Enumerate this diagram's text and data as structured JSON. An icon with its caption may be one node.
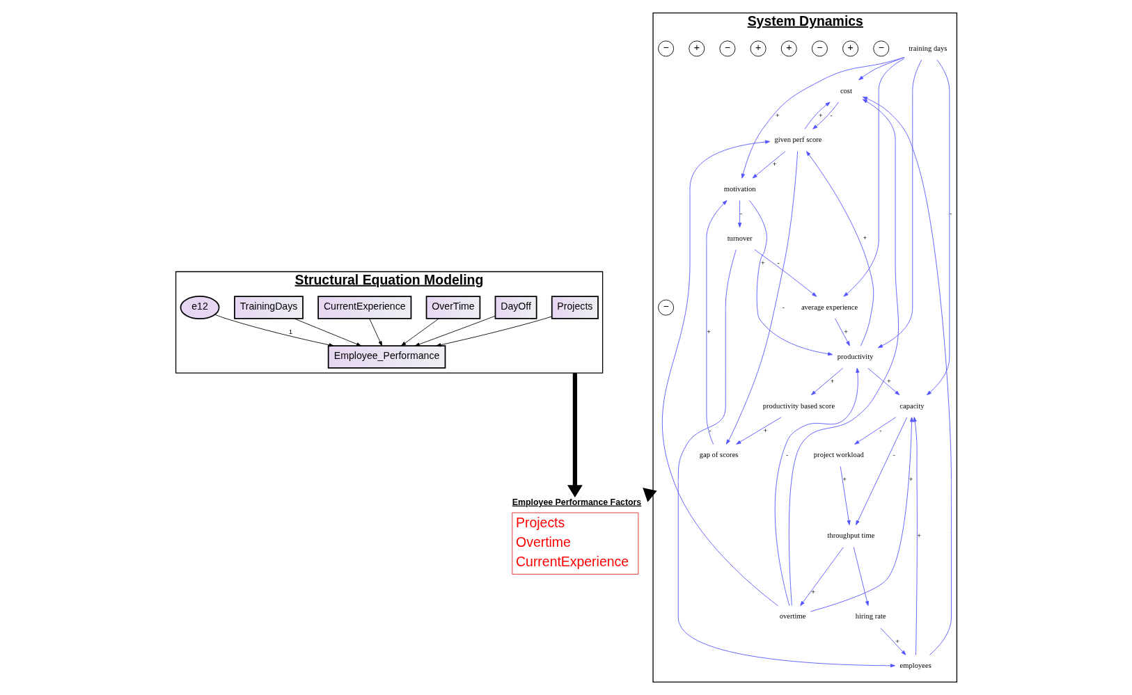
{
  "diagram": {
    "nodes": [
      {
        "text": [
          "Structural Equation Modeling"
        ]
      },
      {
        "text": [
          "Projects"
        ],
        "in": 0
      },
      {
        "text": [
          "DayOff"
        ],
        "in": 0
      },
      {
        "text": [
          "OverTime"
        ],
        "in": 0
      },
      {
        "text": [
          "CurrentExperience"
        ],
        "in": 0
      },
      {
        "text": [
          "TrainingDays"
        ],
        "in": 0
      },
      {
        "text": [
          "Employee_Performance"
        ],
        "in": 0
      },
      {
        "text": [
          "e12"
        ],
        "in": 0
      },
      {
        "text": [
          "System Dynamics"
        ]
      },
      {
        "text": [
          "cost"
        ],
        "in": 8
      },
      {
        "text": [
          "given perf score"
        ],
        "in": 8
      },
      {
        "text": [
          "motivation"
        ],
        "in": 8
      },
      {
        "text": [
          "gap of scores"
        ],
        "in": 8
      },
      {
        "text": [
          "turnover"
        ],
        "in": 8
      },
      {
        "text": [
          "productivity"
        ],
        "in": 8
      },
      {
        "text": [
          "productivity based score"
        ],
        "in": 8
      },
      {
        "text": [
          "average experience"
        ],
        "in": 8
      },
      {
        "text": [
          "training days"
        ],
        "in": 8
      },
      {
        "text": [
          "overtime"
        ],
        "in": 8
      },
      {
        "text": [
          "capacity"
        ],
        "in": 8
      },
      {
        "text": [
          "employees"
        ],
        "in": 8
      },
      {
        "text": [
          "hiring rate"
        ],
        "in": 8
      },
      {
        "text": [
          "throughput time"
        ],
        "in": 8
      },
      {
        "text": [
          "project workload"
        ],
        "in": 8
      },
      {
        "text": [
          "Employee Performance Factors",
          "Projects",
          "Overtime",
          "CurrentExperience"
        ]
      }
    ],
    "edges": [
      {
        "from": 1,
        "to": 6,
        "arrow": "to",
        "color": "#000000"
      },
      {
        "from": 2,
        "to": 6,
        "arrow": "to",
        "color": "#000000"
      },
      {
        "from": 3,
        "to": 6,
        "arrow": "to",
        "color": "#000000"
      },
      {
        "from": 4,
        "to": 6,
        "arrow": "to",
        "color": "#000000"
      },
      {
        "from": 5,
        "to": 6,
        "arrow": "to",
        "color": "#000000"
      },
      {
        "from": 7,
        "to": 6,
        "arrow": "to",
        "label": "1",
        "color": "#000000"
      },
      {
        "from": 10,
        "to": 9,
        "arrow": "to",
        "label": "+"
      },
      {
        "from": 9,
        "to": 10,
        "arrow": "to",
        "label": "-"
      },
      {
        "from": 17,
        "to": 9,
        "arrow": "to"
      },
      {
        "from": 18,
        "to": 9,
        "arrow": "to"
      },
      {
        "from": 20,
        "to": 9,
        "arrow": "to"
      },
      {
        "from": 18,
        "to": 10,
        "arrow": "to"
      },
      {
        "from": 14,
        "to": 10,
        "arrow": "to",
        "label": "+"
      },
      {
        "from": 10,
        "to": 11,
        "arrow": "to",
        "label": "+"
      },
      {
        "from": 12,
        "to": 11,
        "arrow": "to",
        "label": "+"
      },
      {
        "from": 17,
        "to": 11,
        "arrow": "to",
        "label": "+"
      },
      {
        "from": 10,
        "to": 12,
        "arrow": "to",
        "label": "-"
      },
      {
        "from": 15,
        "to": 12,
        "arrow": "to",
        "label": "+"
      },
      {
        "from": 11,
        "to": 13,
        "arrow": "to",
        "label": "-"
      },
      {
        "from": 11,
        "to": 14,
        "arrow": "to",
        "label": "+"
      },
      {
        "from": 14,
        "to": 15,
        "arrow": "to",
        "label": "+"
      },
      {
        "from": 16,
        "to": 14,
        "arrow": "to",
        "label": "+"
      },
      {
        "from": 18,
        "to": 14,
        "arrow": "to",
        "label": "-"
      },
      {
        "from": 17,
        "to": 14,
        "arrow": "to"
      },
      {
        "from": 13,
        "to": 16,
        "arrow": "to",
        "label": "-"
      },
      {
        "from": 17,
        "to": 16,
        "arrow": "to"
      },
      {
        "from": 13,
        "to": 20,
        "arrow": "to",
        "label": "-"
      },
      {
        "from": 14,
        "to": 19,
        "arrow": "to",
        "label": "+"
      },
      {
        "from": 18,
        "to": 19,
        "arrow": "to",
        "label": "+"
      },
      {
        "from": 20,
        "to": 19,
        "arrow": "to",
        "label": "+"
      },
      {
        "from": 17,
        "to": 19,
        "arrow": "to",
        "label": "-"
      },
      {
        "from": 19,
        "to": 23,
        "arrow": "to",
        "label": "-"
      },
      {
        "from": 19,
        "to": 22,
        "arrow": "to",
        "label": "-"
      },
      {
        "from": 23,
        "to": 22,
        "arrow": "to",
        "label": "+"
      },
      {
        "from": 22,
        "to": 18,
        "arrow": "to",
        "label": "+"
      },
      {
        "from": 22,
        "to": 21,
        "arrow": "to"
      },
      {
        "from": 21,
        "to": 20,
        "arrow": "to",
        "label": "+"
      },
      {
        "from": 0,
        "to": 24,
        "arrow": "to",
        "style": "thick",
        "color": "#000000"
      },
      {
        "from": 24,
        "to": 8,
        "arrow": "to",
        "style": "thick",
        "color": "#000000"
      }
    ],
    "labels": [
      "−",
      "−",
      "+",
      "−",
      "+",
      "+",
      "−",
      "+",
      "−"
    ]
  }
}
